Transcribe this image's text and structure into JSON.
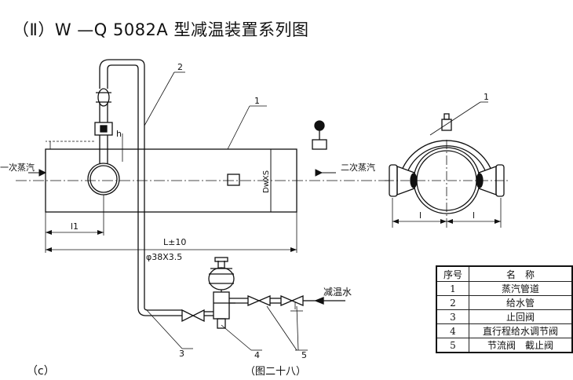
{
  "title": "（Ⅱ）W —Q 5082A 型减温装置系列图",
  "sublabel": "（c）",
  "caption": "（图二十八）",
  "labels": {
    "inlet": "一次蒸汽",
    "outlet": "二次蒸汽",
    "water": "减温水",
    "diameter": "DwXS",
    "length_total": "L±10",
    "length_l1": "l1",
    "height_h": "h",
    "pipe_size": "φ38X3.5",
    "dim_l_left": "l",
    "dim_l_right": "l",
    "callout_1a": "1",
    "callout_1b": "1",
    "callout_2": "2",
    "callout_3": "3",
    "callout_4": "4",
    "callout_5": "5"
  },
  "parts_table": {
    "headers": [
      "序号",
      "名　称"
    ],
    "rows": [
      {
        "no": "1",
        "name": "蒸汽管道"
      },
      {
        "no": "2",
        "name": "给水管"
      },
      {
        "no": "3",
        "name": "止回阀"
      },
      {
        "no": "4",
        "name": "直行程给水调节阀"
      },
      {
        "no": "5",
        "name": "节流阀　截止阀"
      }
    ]
  }
}
